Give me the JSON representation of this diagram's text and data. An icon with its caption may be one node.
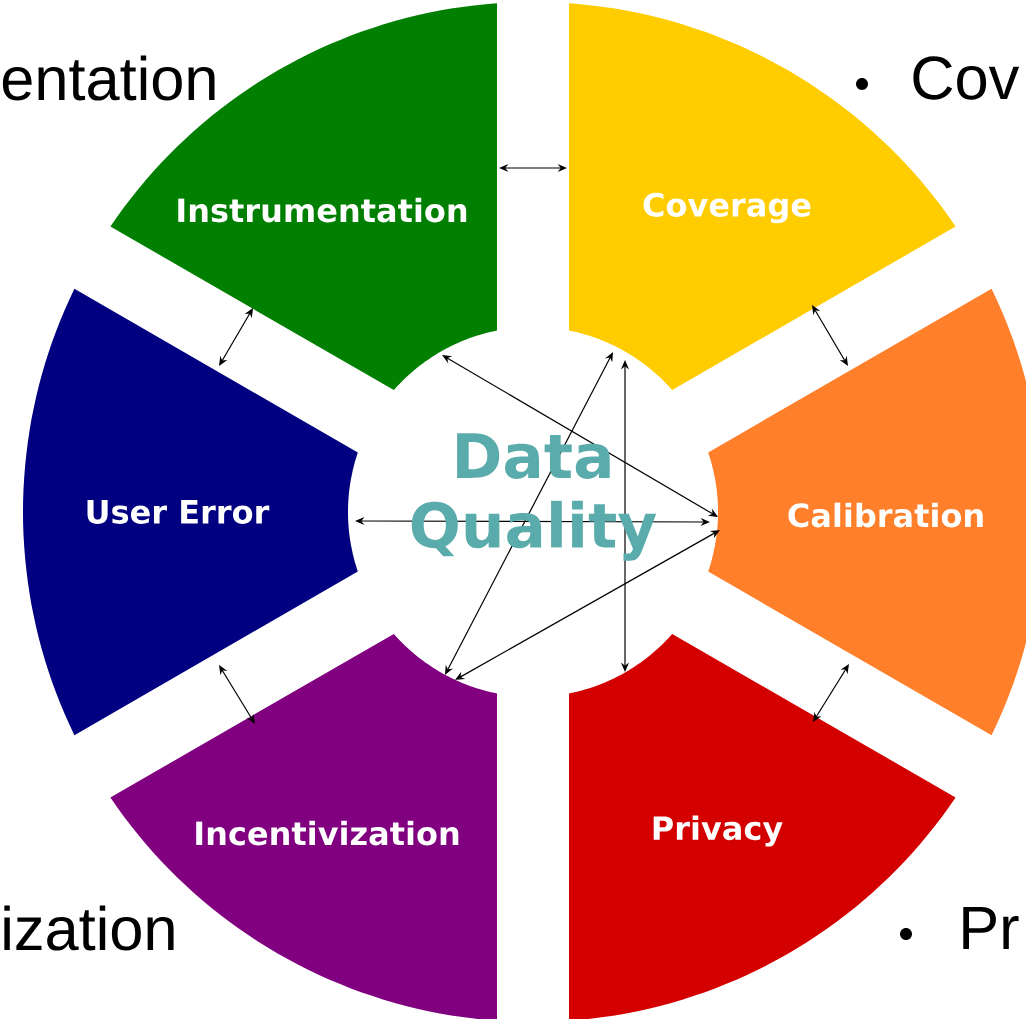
{
  "diagram": {
    "nodes": [
      {
        "text": [
          "Instrumentation"
        ]
      },
      {
        "text": [
          "Coverage"
        ]
      },
      {
        "text": [
          "User Error"
        ]
      },
      {
        "text": [
          "Calibration"
        ]
      },
      {
        "text": [
          "Incentivization"
        ]
      },
      {
        "text": [
          "Privacy"
        ]
      }
    ],
    "edges": [
      {
        "from": 0,
        "to": 1,
        "arrow": "both"
      },
      {
        "from": 0,
        "to": 2,
        "arrow": "both"
      },
      {
        "from": 1,
        "to": 3,
        "arrow": "both"
      },
      {
        "from": 2,
        "to": 4,
        "arrow": "both"
      },
      {
        "from": 3,
        "to": 5,
        "arrow": "both"
      },
      {
        "from": 0,
        "to": 3,
        "arrow": "both"
      },
      {
        "from": 1,
        "to": 4,
        "arrow": "both"
      },
      {
        "from": 1,
        "to": 5,
        "arrow": "both"
      },
      {
        "from": 2,
        "to": 3,
        "arrow": "both"
      },
      {
        "from": 3,
        "to": 4,
        "arrow": "both"
      }
    ],
    "labels": [
      "entation",
      "Cov",
      "Data Quality",
      "ization",
      "Pr"
    ]
  }
}
